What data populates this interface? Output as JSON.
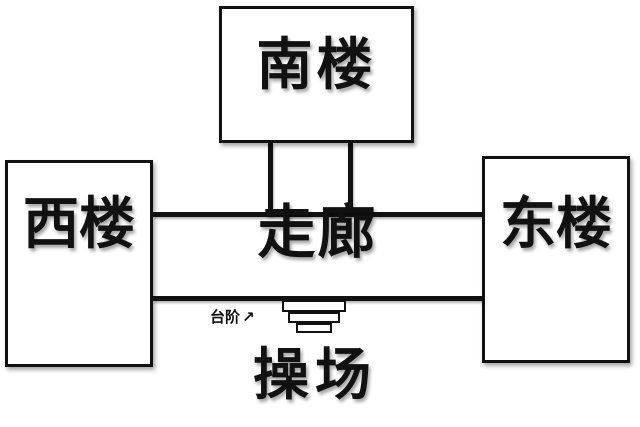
{
  "buildings": {
    "south": "南楼",
    "west": "西楼",
    "east": "东楼"
  },
  "corridor": "走廊",
  "steps": "台阶",
  "playground": "操场",
  "colors": {
    "line": "#111111",
    "background": "#ffffff"
  }
}
